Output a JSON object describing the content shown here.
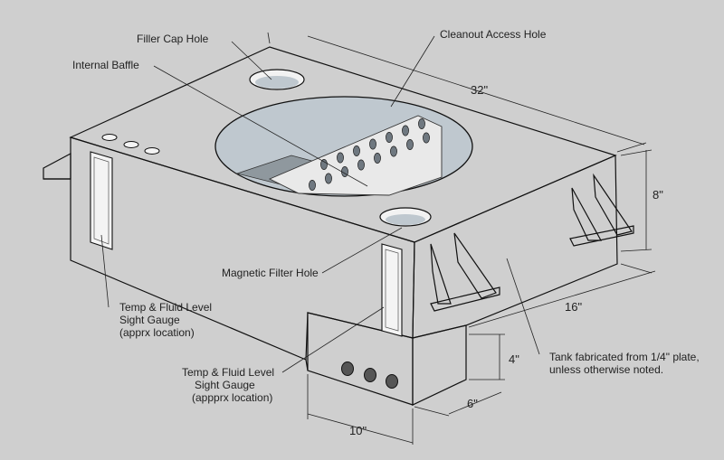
{
  "labels": {
    "filler_cap_hole": "Filler Cap Hole",
    "cleanout_access_hole": "Cleanout Access Hole",
    "internal_baffle": "Internal Baffle",
    "magnetic_filter_hole": "Magnetic Filter Hole",
    "sight_gauge_left": [
      "Temp & Fluid Level",
      "Sight Gauge",
      "(apprx location)"
    ],
    "sight_gauge_front": [
      "Temp & Fluid Level",
      "Sight Gauge",
      "(appprx location)"
    ],
    "plate_note": [
      "Tank fabricated from 1/4\" plate,",
      "unless otherwise noted."
    ]
  },
  "dimensions": {
    "length": "32\"",
    "height": "8\"",
    "depth": "16\"",
    "sump_height": "4\"",
    "sump_depth": "6\"",
    "sump_width": "10\""
  },
  "colors": {
    "background": "#cfcfcf",
    "top_face": "#cbcbcb",
    "front_face": "#ffffff",
    "right_face": "#eeeeee",
    "interior": "#bfc8cf"
  }
}
